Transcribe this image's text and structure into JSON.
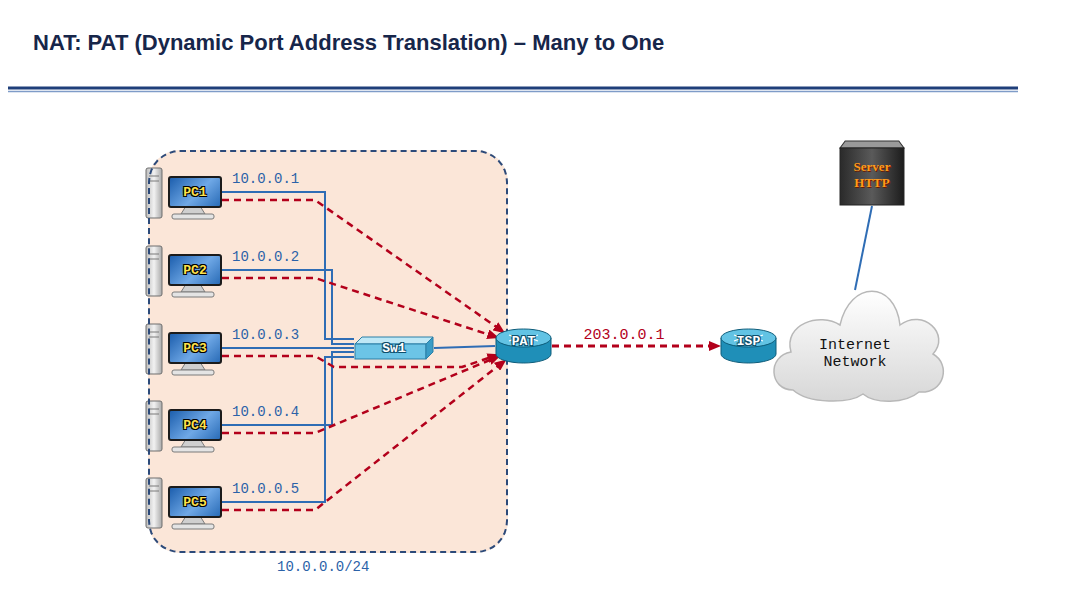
{
  "diagram": {
    "title": "NAT: PAT (Dynamic Port Address Translation) – Many to One",
    "nodes": [
      {
        "text": [
          "10.0.0.0/24"
        ]
      },
      {
        "text": [
          "PC1"
        ],
        "in": 0
      },
      {
        "text": [
          "PC2"
        ],
        "in": 0
      },
      {
        "text": [
          "PC3"
        ],
        "in": 0
      },
      {
        "text": [
          "PC4"
        ],
        "in": 0
      },
      {
        "text": [
          "PC5"
        ],
        "in": 0
      },
      {
        "text": [
          "Sw1"
        ],
        "in": 0
      },
      {
        "text": [
          "PAT"
        ]
      },
      {
        "text": [
          "ISP"
        ]
      },
      {
        "text": [
          "Internet Network"
        ]
      },
      {
        "text": [
          "Server HTTP"
        ]
      }
    ],
    "edges": [
      {
        "from": 1,
        "to": 6,
        "arrow": "none"
      },
      {
        "from": 2,
        "to": 6,
        "arrow": "none"
      },
      {
        "from": 3,
        "to": 6,
        "arrow": "none"
      },
      {
        "from": 4,
        "to": 6,
        "arrow": "none"
      },
      {
        "from": 5,
        "to": 6,
        "arrow": "none"
      },
      {
        "from": 6,
        "to": 7,
        "arrow": "none"
      },
      {
        "from": 1,
        "to": 7,
        "arrow": "to"
      },
      {
        "from": 2,
        "to": 7,
        "arrow": "to"
      },
      {
        "from": 3,
        "to": 7,
        "arrow": "to"
      },
      {
        "from": 4,
        "to": 7,
        "arrow": "to"
      },
      {
        "from": 5,
        "to": 7,
        "arrow": "to"
      },
      {
        "from": 7,
        "to": 8,
        "label": "203.0.0.1",
        "arrow": "to"
      },
      {
        "from": 10,
        "to": 9,
        "arrow": "none"
      }
    ],
    "labels": [
      "10.0.0.1",
      "10.0.0.2",
      "10.0.0.3",
      "10.0.0.4",
      "10.0.0.5"
    ]
  }
}
